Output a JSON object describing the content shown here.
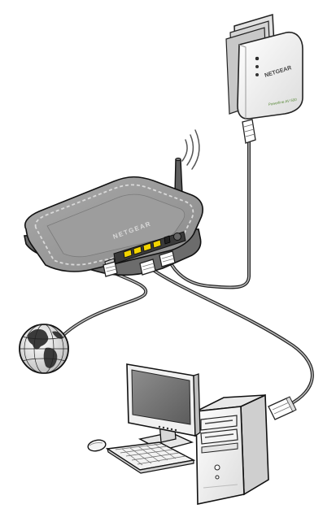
{
  "router": {
    "brand": "NETGEAR"
  },
  "powerline_adapter": {
    "brand": "NETGEAR",
    "model_label": "Powerline AV 500"
  },
  "colors": {
    "device_gray": "#8c8c8c",
    "device_dark": "#6f6f6f",
    "outline": "#1a1a1a",
    "lan_port": "#f2d400",
    "cable": "#333333",
    "powerline_green": "#6aa84f"
  }
}
